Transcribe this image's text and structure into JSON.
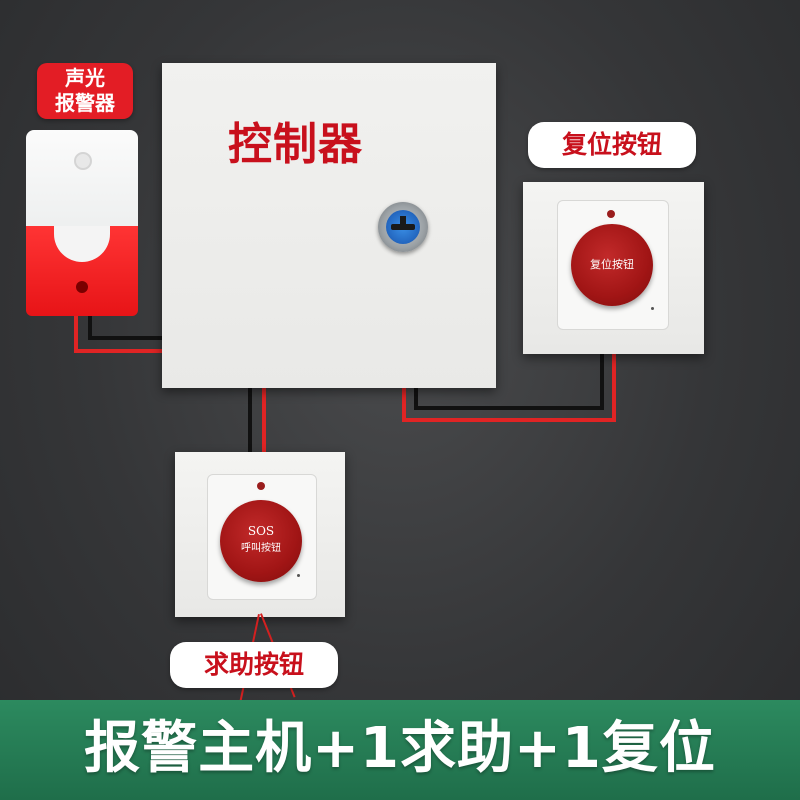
{
  "controller": {
    "title": "控制器"
  },
  "alarm": {
    "label_line1": "声光",
    "label_line2": "报警器"
  },
  "reset": {
    "label": "复位按钮",
    "button_text": "复位按钮"
  },
  "sos": {
    "label": "求助按钮",
    "button_title": "SOS",
    "button_sub": "呼叫按钮"
  },
  "banner": {
    "text": "报警主机+1求助+1复位"
  },
  "colors": {
    "label_red": "#c8101c",
    "banner_green": "#2c8a5f",
    "wire_red": "#e02424",
    "wire_black": "#111111"
  },
  "icons": {
    "key_lock": "key-lock-icon",
    "siren": "alarm-siren-icon"
  }
}
